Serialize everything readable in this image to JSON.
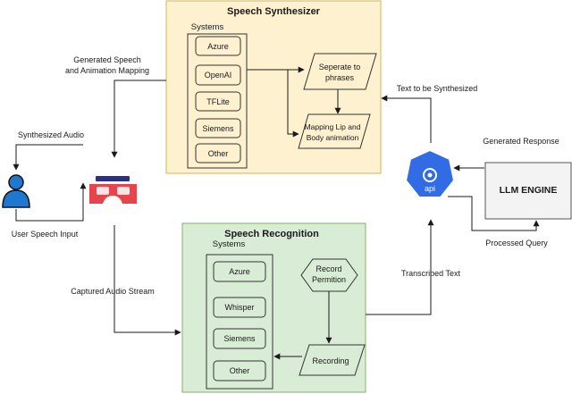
{
  "synth": {
    "title": "Speech Synthesizer",
    "systems_label": "Systems",
    "systems": [
      "Azure",
      "OpenAI",
      "TFLite",
      "Siemens",
      "Other"
    ],
    "step_phrases": [
      "Seperate to",
      "phrases"
    ],
    "step_mapping": [
      "Mapping Lip and",
      "Body animation"
    ]
  },
  "recog": {
    "title": "Speech Recognition",
    "systems_label": "Systems",
    "systems": [
      "Azure",
      "Whisper",
      "Siemens",
      "Other"
    ],
    "step_record": [
      "Record",
      "Permition"
    ],
    "step_recording": "Recording"
  },
  "labels": {
    "generated_speech": [
      "Generated Speech",
      "and Animation Mapping"
    ],
    "synth_audio": "Synthesized Audio",
    "user_input": "User Speech Input",
    "captured_audio": "Captured Audio Stream",
    "text_to_synth": "Text to be Synthesized",
    "generated_response": "Generated Response",
    "processed_query": "Processed Query",
    "transcribed_text": "Transcribed Text"
  },
  "api": {
    "label": "api",
    "color": "#326ce5"
  },
  "llm": {
    "label": "LLM ENGINE"
  },
  "colors": {
    "synth_bg": "#fdf1cf",
    "synth_border": "#d6b656",
    "recog_bg": "#d9ecd6",
    "recog_border": "#82b366",
    "user": "#1f77d0",
    "headset": "#e6454b"
  }
}
